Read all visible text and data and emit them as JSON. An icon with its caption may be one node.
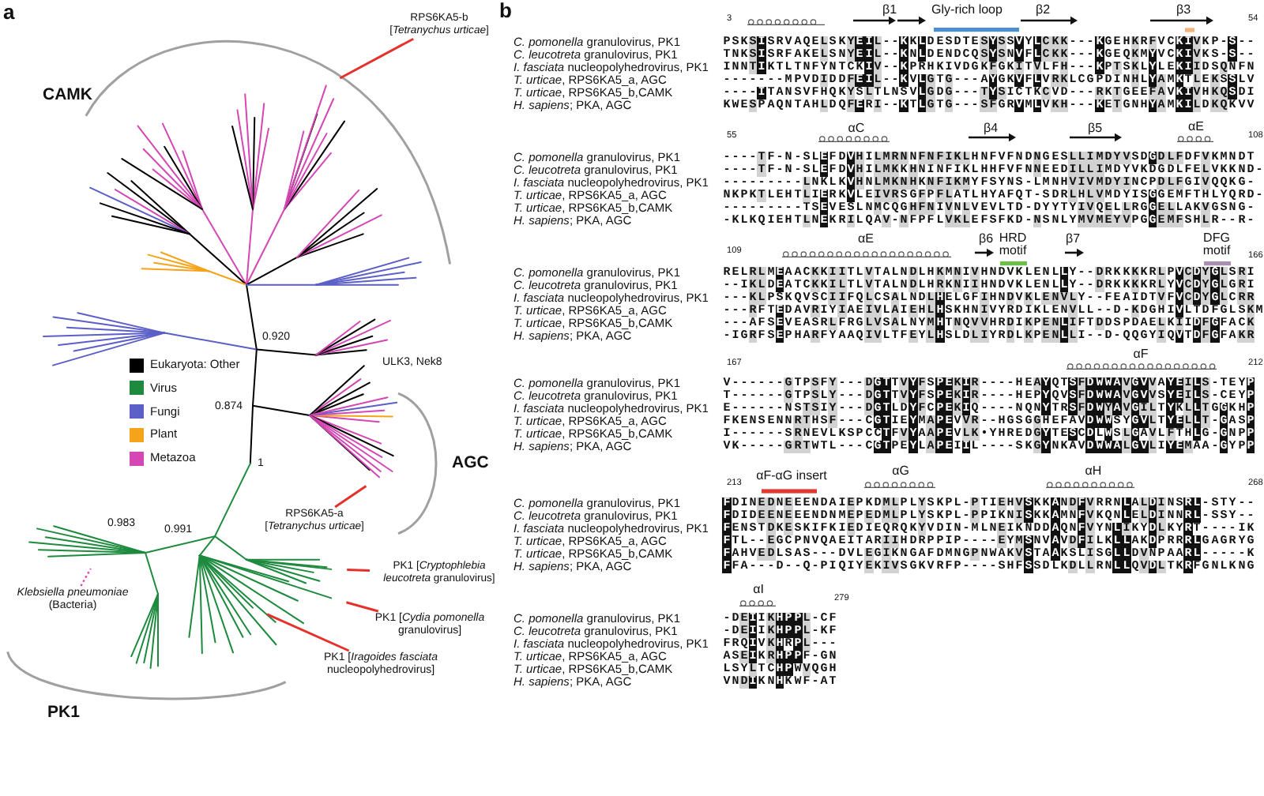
{
  "diagram": {
    "nodes": [
      {
        "text": [
          "RPS6KA5-b [*Tetranychus urticae*]"
        ]
      },
      {
        "text": [
          "RPS6KA5-a [*Tetranychus urticae*]"
        ]
      },
      {
        "text": [
          "PK1 [*Cryptophlebia leucotreta* granulovirus]"
        ]
      },
      {
        "text": [
          "*Klebsiella pneumoniae* (Bacteria)"
        ]
      },
      {
        "text": [
          "PK1 [*Cydia pomonella* granulovirus]"
        ]
      },
      {
        "text": [
          "PK1 [*Iragoides fasciata* nucleopolyhedrovirus]"
        ]
      }
    ],
    "edges": [
      {
        "from": 0,
        "to": null,
        "arrow": "none"
      },
      {
        "from": 1,
        "to": null,
        "arrow": "none"
      },
      {
        "from": 2,
        "to": null,
        "arrow": "none"
      },
      {
        "from": 3,
        "to": null,
        "arrow": "none",
        "style": "dashed",
        "color": "#d447b4"
      },
      {
        "from": 4,
        "to": null,
        "arrow": "none"
      },
      {
        "from": 5,
        "to": null,
        "arrow": "none"
      }
    ],
    "labels": [
      "a",
      "CAMK",
      "0.920",
      "ULK3, Nek8",
      "0.874",
      "1",
      "AGC",
      "0.983",
      "0.991",
      "PK1",
      "b",
      "β1",
      "Gly-rich loop",
      "β2",
      "β3",
      "3",
      "54",
      "*C. pomonella* granulovirus, PK1",
      "PSKSISRVAQELSKYEIL--KKLDESDTESYSSVYLCKK---KGEHKRFVCKIVKP-S--",
      "*C. leucotreta* granulovirus, PK1",
      "TNKSISRFAKELSNYEIL--KNLDENDCQSYSNVFLCKK---KGEQKMYVCKIVKS-S--",
      "*I. fasciata* nucleopolyhedrovirus, PK1",
      "INNTIKTLTNFYNTCKIV--KPRHKIVDGKFGKITVLFH---KPTSKLYLEKIIDSQNFN",
      "*T. urticae*, RPS6KA5_a, AGC",
      "-------MPVDIDDFEIL--KVLGTG---AYGKVFLVRKLCGPDINHLYAMKTLEKSSLV",
      "*T. urticae*, RPS6KA5_b,CAMK",
      "----ITANSVFHQKYSLTLNSVLGDG---TYSICTKCVD---RKTGEEFAVKIVHKQSDI",
      "*H. sapiens*; PKA, AGC",
      "KWESPAQNTAHLDQFERI--KTLGTG---SFGRVMLVKH---KETGNHYAMKILDKQKVV",
      "αC",
      "β4",
      "β5",
      "αE",
      "55",
      "108",
      "*C. pomonella* granulovirus, PK1",
      "----TF-N-SLEFDVHILMRNNFNFIKLHNFVFNDNGESLLIMDYVSDGDLFDFVKMNDT",
      "*C. leucotreta* granulovirus, PK1",
      "----TF-N-SLEFDVHILMKKHNINFIKLHHFVFNNEEDILLIMDYVKDGDLFELVKKND-",
      "*I. fasciata* nucleopolyhedrovirus, PK1",
      "---------LNKLKVHNLMKNHKNFIKMYFSYNS-LMNHVIVMDYINCPDLFGIVQQKG-",
      "*T. urticae*, RPS6KA5_a, AGC",
      "NKPKTLEHTLIERKVLEIVRSGFPFLATLHYAFQT-SDRLHLVMDYISGGEMFTHLYQRD-",
      "*T. urticae*, RPS6KA5_b,CAMK",
      "---------TSEVESLNMCQGHFNIVNLVEVLTD-DYYTYIVQELLRGGELLAKVGSNG-",
      "*H. sapiens*; PKA, AGC",
      "-KLKQIEHTLNEKRILQAV-NFPFLVKLEFSFKD-NSNLYMVMEYVPGGEMFSHLR--R-",
      "αE",
      "β6",
      "HRD motif",
      "β7",
      "DFG motif",
      "109",
      "166",
      "*C. pomonella* granulovirus, PK1",
      "RELRLMEAACKKIITLVTALNDLHKMNIVHNDVKLENLLY--DRKKKKRLPVCDYGLSRI",
      "*C. leucotreta* granulovirus, PK1",
      "--IKLDEATCKKILTLVTALNDLHRKNIIHNDVKLENLLY--DRKKKKRLYVCDYGLGRI",
      "*I. fasciata* nucleopolyhedrovirus, PK1",
      "---KLPSKQVSCIIFQLCSALNDLHELGFIHNDVKLENVLY--FEAIDTVFVCDYGLCRR",
      "*T. urticae*, RPS6KA5_a, AGC",
      "---RFTEDAVRIYIAEIVLAIEHLHSKHNIVYRDIKLENVLL--D-KDGHIVLTDFGLSKM",
      "*T. urticae*, RPS6KA5_b,CAMK",
      "---AFSEVEASRLFRGLVSALNYMHTNQVVHRDIKPENLIFTDDSPDAELKIIDFGFACK",
      "*H. sapiens*; PKA, AGC",
      "-IGRFSEPHARFYAAQIVLTFEYLHSLDLIYRDLKPENLLI--D-QQGYIQVTDFGFAKR",
      "αF",
      "167",
      "212",
      "*C. pomonella* granulovirus, PK1",
      "V------GTPSFY---DGTTVYFSPEKIR----HEAYQTSFDWWAVGVVAYEILS-TEYP",
      "*C. leucotreta* granulovirus, PK1",
      "T------GTPSLY---DGTTVYFSPEKIR----HEPYQVSFDWWAVGVVSYEILS-CEYP",
      "*I. fasciata* nucleopolyhedrovirus, PK1",
      "E------NSTSIY---DGTLDYFCPEKIQ----NQNYTRSFDWYAVGILTYKLLTGGKHP",
      "*T. urticae*, RPS6KA5_a, AGC",
      "FKENSENNRTHSF---CGTIEYMAPEVVR--HGSGGHEFAVDWWSYGVLTYELLT-GASP",
      "*T. urticae*, RPS6KA5_b,CAMK",
      "I------SRNEVLKSPCCTFVYAAPEVLK•YHREDGYTESCDLWSLGAVLFTHLG-GNPP",
      "*H. sapiens*; PKA, AGC",
      "VK-----GRTWTL---CGTPEYLAPEIIL----SKGYNKAVDWWALGVLIYEMAA-GYPP",
      "αF-αG insert",
      "αG",
      "αH",
      "213",
      "268",
      "*C. pomonella* granulovirus, PK1",
      "FDINEDNEEENDAIEPKDMLPLYSKPL-PTIEHVSKKANDFVRRNLALDINSRL-STY--",
      "*C. leucotreta* granulovirus, PK1",
      "FDIDEENEEENDNMEPEDMLPLYSKPL-PPIKNISKKAMNFVKQNLELDINNRL-SSY--",
      "*I. fasciata* nucleopolyhedrovirus, PK1",
      "FENSTDKESKIFKIEDIEQRQKYVDIN-MLNEIKNDDAQNFVYNLIKYDLKYRT----IK",
      "*T. urticae*, RPS6KA5_a, AGC",
      "FTL--EGCPNVQAEITARIIHDRPPIP----EYMSNVAVDFILKLLAKDPRRRLGAGRYG",
      "*T. urticae*, RPS6KA5_b,CAMK",
      "FAHVEDLSAS---DVLEGIKNGAFDMNGPNWAKVSTAAKSLISGLLDVNPAARL-----K",
      "*H. sapiens*; PKA, AGC",
      "FFA---D--Q-PIQIYEKIVSGKVRFP----SHFSSDLKDLLRNLLQVDLTKRFGNLKNG",
      "αI",
      "279",
      "*C. pomonella* granulovirus, PK1",
      "-DEIIKHPPL-CF",
      "*C. leucotreta* granulovirus, PK1",
      "-DEIIKHPPL-KF",
      "*I. fasciata* nucleopolyhedrovirus, PK1",
      "FRQIVKHRPL---",
      "*T. urticae*, RPS6KA5_a, AGC",
      "ASEIKRHPPF-GN",
      "*T. urticae*, RPS6KA5_b,CAMK",
      "LSYLTCHPWVQGH",
      "*H. sapiens*; PKA, AGC",
      "VNDIKNHKWF-AT"
    ],
    "legend": [
      {
        "text": "Eukaryota: Other",
        "color": "#000000"
      },
      {
        "text": "Virus",
        "color": "#1d8a3e"
      },
      {
        "text": "Fungi",
        "color": "#5b5fc7"
      },
      {
        "text": "Plant",
        "color": "#f5a31a"
      },
      {
        "text": "Metazoa",
        "color": "#d447b4"
      }
    ]
  }
}
